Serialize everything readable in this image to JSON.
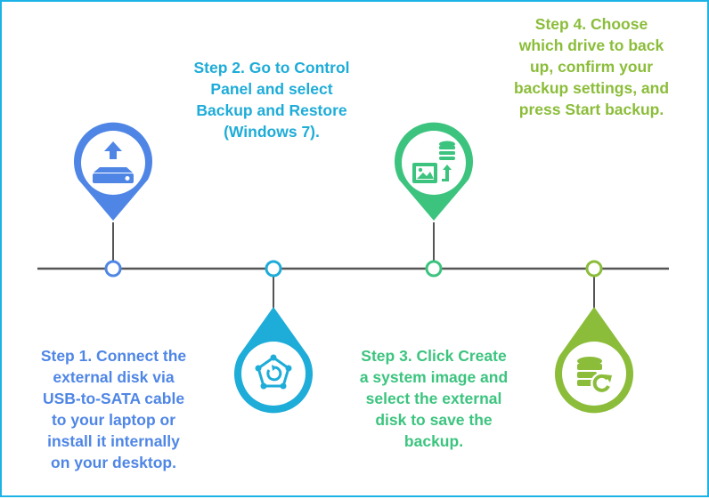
{
  "title": "Windows 7 Backup to External Disk",
  "colors": {
    "step1": "#4f86e6",
    "step2": "#1eacd8",
    "step3": "#3cc47f",
    "step4": "#8bbd3a",
    "timeline": "#555555",
    "frame_border": "#1bb3e6"
  },
  "steps": [
    {
      "label": "Step 1. Connect the external disk via USB-to-SATA cable to your laptop or install it internally on your desktop.",
      "icon": "hard-drive-upload-icon",
      "pin_direction": "up",
      "text_position": "below"
    },
    {
      "label": "Step 2. Go to Control Panel and select Backup and Restore (Windows 7).",
      "icon": "network-restore-icon",
      "pin_direction": "down",
      "text_position": "above"
    },
    {
      "label": "Step 3. Click Create a system image and select the external disk to save the backup.",
      "icon": "image-to-database-icon",
      "pin_direction": "up",
      "text_position": "below"
    },
    {
      "label": "Step 4. Choose which drive to back up, confirm your backup settings, and press Start backup.",
      "icon": "database-refresh-icon",
      "pin_direction": "down",
      "text_position": "above"
    }
  ]
}
